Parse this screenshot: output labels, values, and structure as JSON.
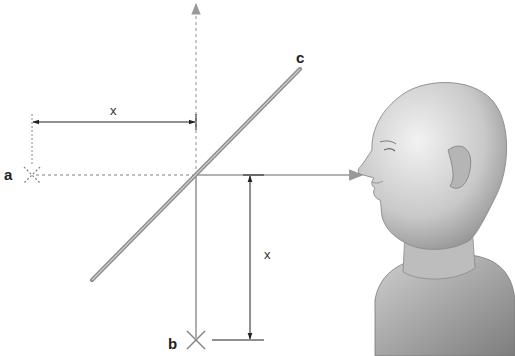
{
  "diagram": {
    "labels": [
      "c",
      "x",
      "a",
      "x",
      "b"
    ]
  }
}
